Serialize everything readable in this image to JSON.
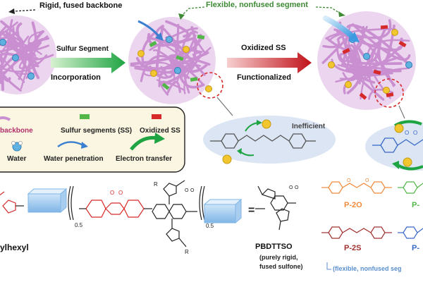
{
  "top": {
    "rigid_label": "Rigid, fused backbone",
    "flexible_label": "Flexible, nonfused segment"
  },
  "arrows": {
    "sulfur_top": "Sulfur Segment",
    "sulfur_bottom": "Incorporation",
    "oxidized_top": "Oxidized SS",
    "oxidized_bottom": "Functionalized"
  },
  "legend": {
    "backbone": "backbone",
    "sulfur_segments": "Sulfur segments (SS)",
    "oxidized_ss": "Oxidized SS",
    "water": "Water",
    "water_penetration": "Water penetration",
    "electron_transfer": "Electron transfer"
  },
  "inefficient_label": "Inefficient",
  "chemistry": {
    "alkyl": "ylhexyl",
    "subscript_left": "0.5",
    "subscript_right": "0.5",
    "equals": "=",
    "pbdttso": "PBDTTSO",
    "pbdttso_note_1": "(purely rigid,",
    "pbdttso_note_2": "fused sulfone)",
    "r_label": "R",
    "p2o": "P-2O",
    "p2s": "P-2S",
    "p_right_top": "P-",
    "p_right_bottom": "P-",
    "flexible_note": "(flexible, nonfused seg"
  },
  "colors": {
    "pink": "#c98fd0",
    "green": "#52b748",
    "red": "#d62a2a",
    "blue": "#3a68c8",
    "orange": "#f08a3c",
    "legend_bg": "#fbf6e1"
  }
}
